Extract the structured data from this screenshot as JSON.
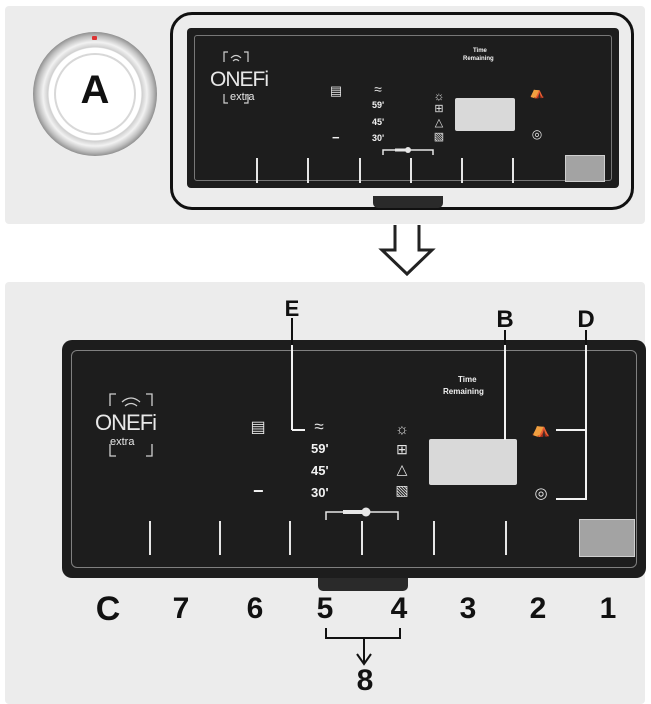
{
  "dial": {
    "letter": "A"
  },
  "panel": {
    "brand_main": "ONE",
    "brand_suffix": "Fi",
    "brand_sub": "extra",
    "times": [
      "59'",
      "45'",
      "30'"
    ],
    "minus_symbol": "−",
    "time_remaining": [
      "Time",
      "Remaining"
    ]
  },
  "callouts": {
    "B": "B",
    "C": "C",
    "D": "D",
    "E": "E",
    "group": "8",
    "buttons": [
      "7",
      "6",
      "5",
      "4",
      "3",
      "2",
      "1"
    ]
  },
  "icons": {
    "dial": "program-dial",
    "program_panel": "shirts-icon",
    "wifi": "wifi-icon",
    "sun": "sun-icon",
    "square": "square-cross-icon",
    "hanger": "hanger-icon",
    "shirt": "laundry-icon",
    "bucket": "water-tank-icon",
    "globe": "globe-icon",
    "arrow": "down-arrow"
  },
  "colors": {
    "panel": "#1d1d1d",
    "background": "#ececec",
    "lcd": "#d9d9d9",
    "button1": "#a3a3a3"
  }
}
